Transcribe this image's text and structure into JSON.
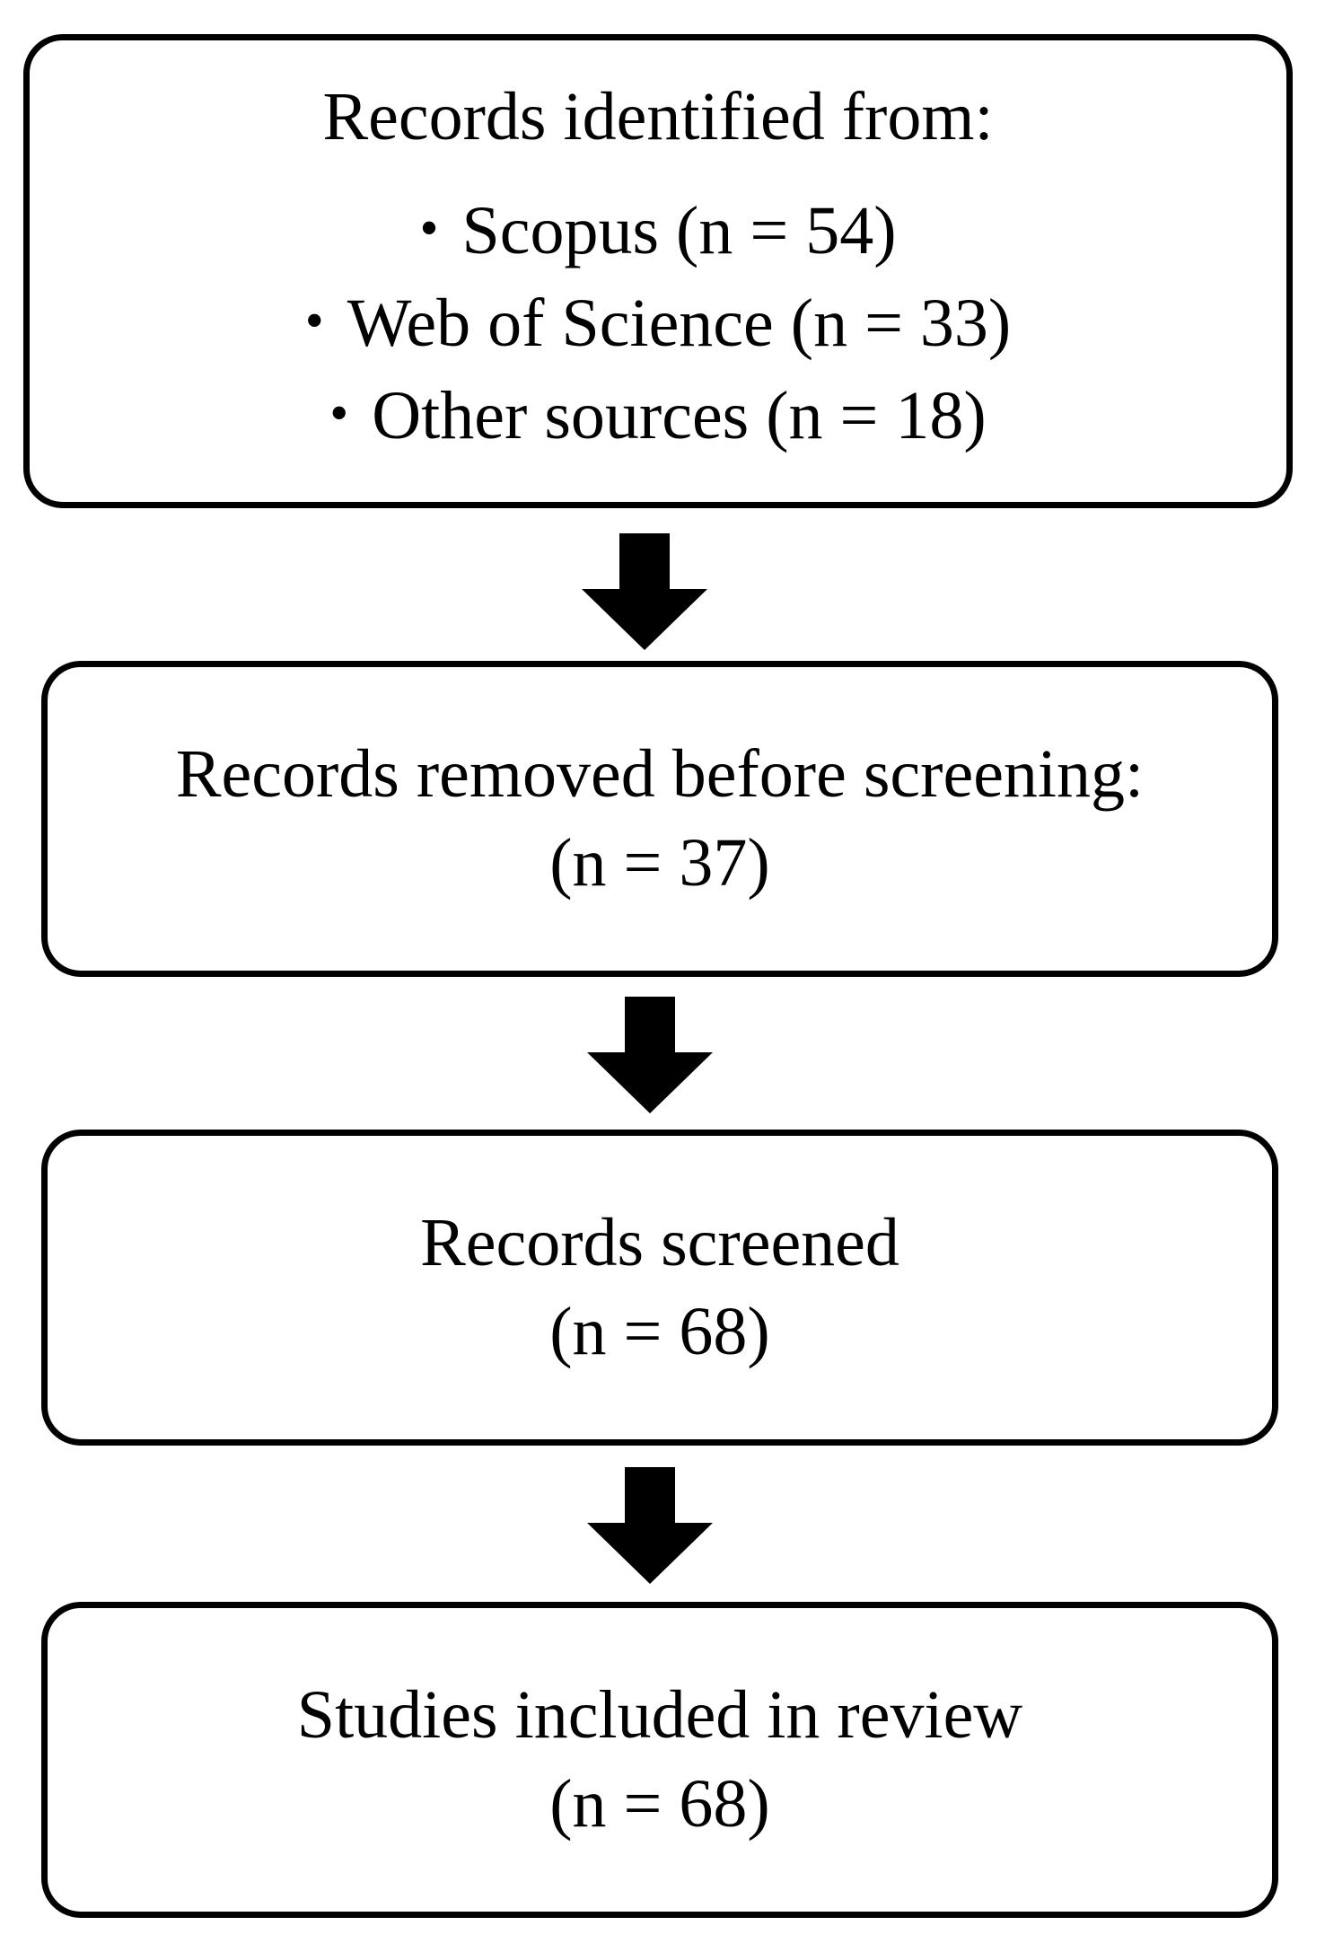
{
  "diagram": {
    "box1": {
      "heading": "Records identified from:",
      "items": [
        "Scopus (n = 54)",
        "Web of Science (n = 33)",
        "Other sources (n = 18)"
      ],
      "bullet": "•"
    },
    "box2": {
      "line1": "Records removed before screening:",
      "line2": "(n = 37)"
    },
    "box3": {
      "line1": "Records screened",
      "line2": "(n = 68)"
    },
    "box4": {
      "line1": "Studies included in review",
      "line2": "(n = 68)"
    },
    "colors": {
      "stroke": "#000000",
      "fill": "#ffffff",
      "arrow": "#000000"
    }
  }
}
